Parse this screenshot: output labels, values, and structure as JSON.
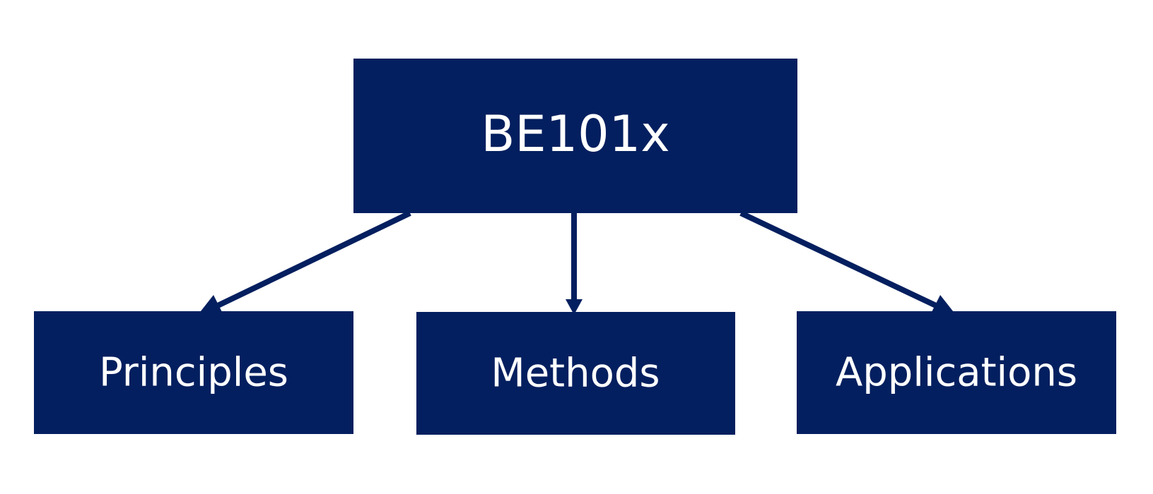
{
  "diagram": {
    "root": {
      "label": "BE101x"
    },
    "children": [
      {
        "label": "Principles"
      },
      {
        "label": "Methods"
      },
      {
        "label": "Applications"
      }
    ],
    "colors": {
      "box": "#041f5f",
      "text": "#ffffff",
      "background": "#ffffff"
    }
  }
}
